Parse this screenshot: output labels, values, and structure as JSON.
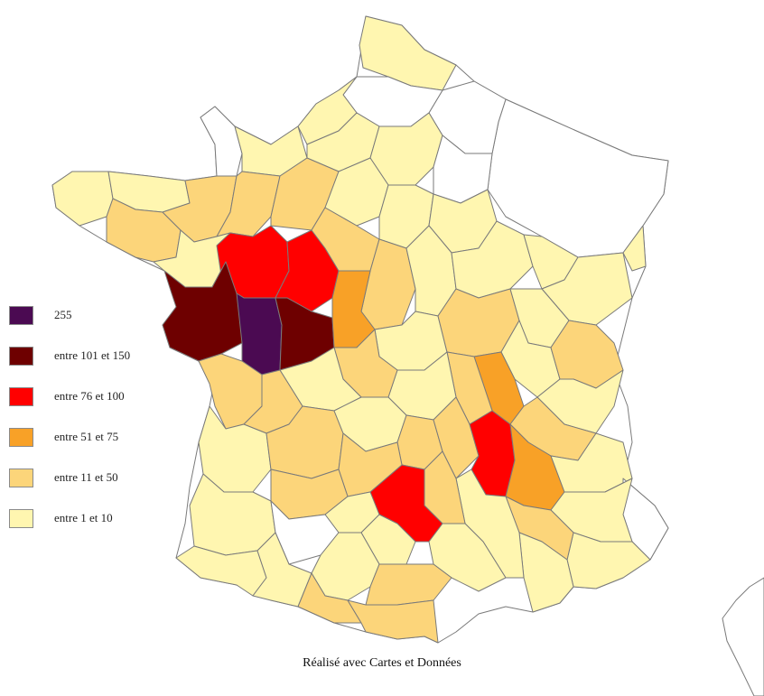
{
  "legend": {
    "items": [
      {
        "label": "255",
        "color": "#4b0a52"
      },
      {
        "label": "entre 101 et 150",
        "color": "#6e0000"
      },
      {
        "label": "entre 76 et 100",
        "color": "#ff0000"
      },
      {
        "label": "entre 51 et 75",
        "color": "#f8a127"
      },
      {
        "label": "entre 11 et 50",
        "color": "#fcd57a"
      },
      {
        "label": "entre 1 et 10",
        "color": "#fff6b0"
      }
    ]
  },
  "colors": {
    "none": "#ffffff",
    "border": "#7a7a7a"
  },
  "credit": "Réalisé avec Cartes et Données"
}
